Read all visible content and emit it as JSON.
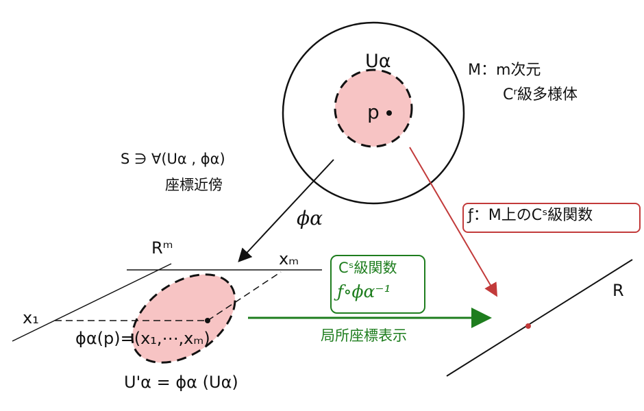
{
  "manifold": {
    "chart_label": "Uα",
    "point_label": "p",
    "desc_line1": "M：m次元",
    "desc_line2": "Cʳ級多様体"
  },
  "atlas": {
    "line1": "S ∋ ∀(Uα , ϕα)",
    "line2": "座標近傍"
  },
  "map_label": "ϕα",
  "coords": {
    "space_label": "Rᵐ",
    "axis_1": "x₁",
    "axis_m": "xₘ",
    "point_coords": "ϕα(p)=(x₁,⋯,xₘ)",
    "image_label": "U'α = ϕα (Uα)"
  },
  "function_box": "ƒ：M上のCˢ級関数",
  "composite": {
    "line1": "Cˢ級関数",
    "line2": "ƒ∘ϕα⁻¹",
    "arrow_label": "局所座標表示"
  },
  "real_line_label": "R",
  "colors": {
    "pink": "#f7c4c4",
    "green": "#1e7d1e",
    "red": "#c23a3a"
  }
}
